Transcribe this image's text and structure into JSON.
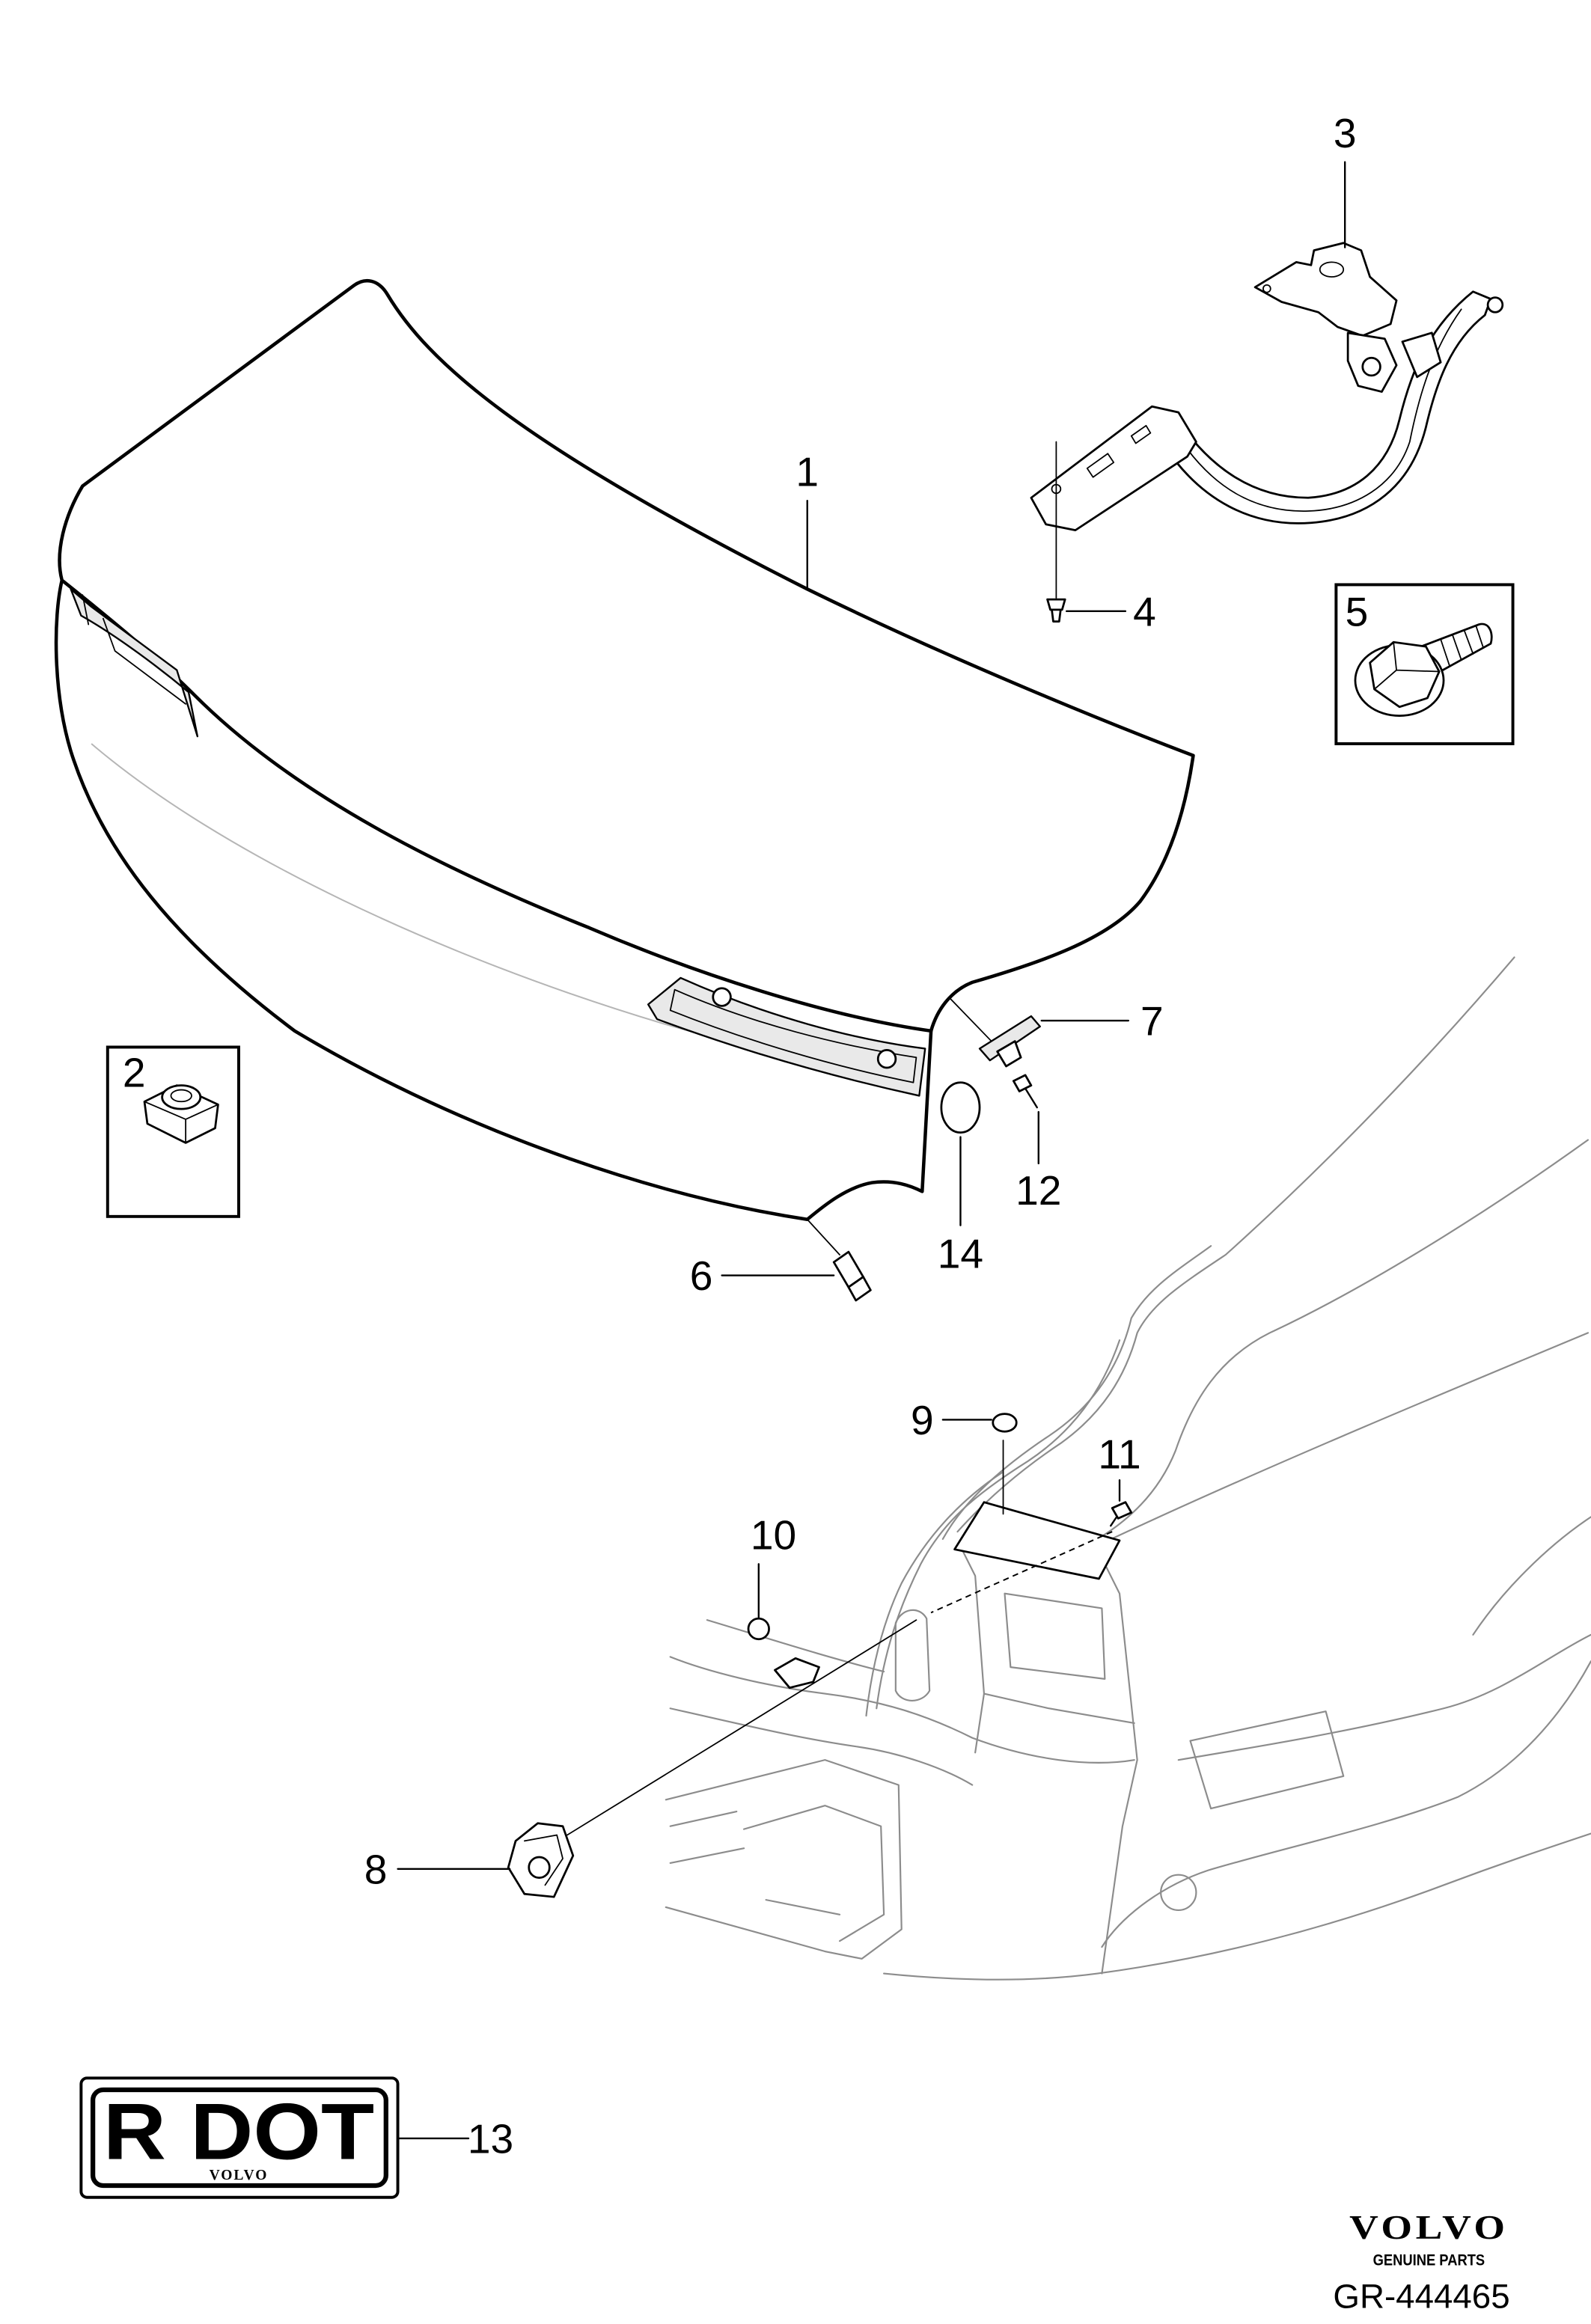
{
  "diagram": {
    "callouts": [
      "1",
      "2",
      "3",
      "4",
      "5",
      "6",
      "7",
      "8",
      "9",
      "10",
      "11",
      "12",
      "13",
      "14"
    ]
  },
  "decal": {
    "text": "R DOT",
    "brand": "VOLVO"
  },
  "footer": {
    "brand": "VOLVO",
    "tagline": "GENUINE PARTS",
    "code": "GR-444465"
  }
}
